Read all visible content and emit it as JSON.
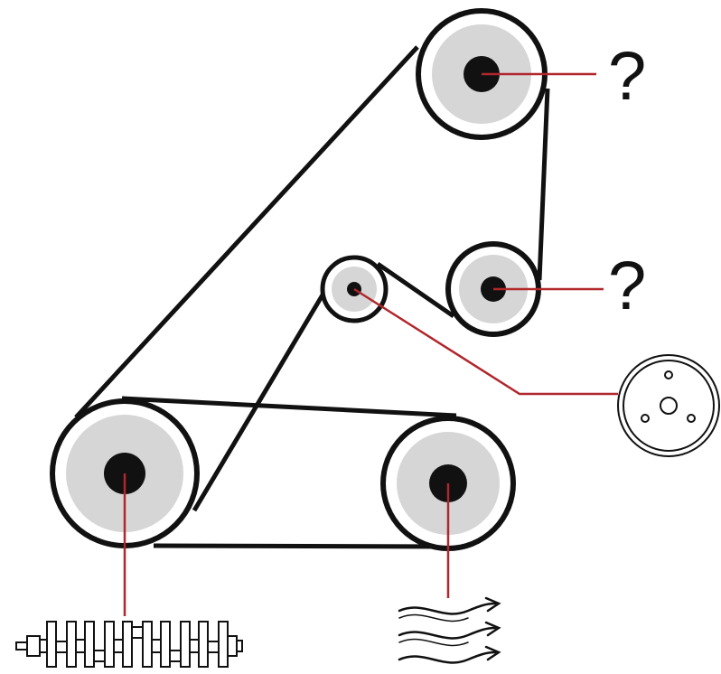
{
  "diagram": {
    "title": "",
    "labels": {
      "top_pulley_unknown": "?",
      "middle_pulley_unknown": "?"
    },
    "components": [
      {
        "id": "crankshaft-pulley",
        "icon": "crankshaft-icon"
      },
      {
        "id": "fan-pulley",
        "icon": "airflow-icon"
      },
      {
        "id": "idler-pulley",
        "icon": "idler-pulley-icon"
      },
      {
        "id": "top-pulley",
        "label": "?"
      },
      {
        "id": "middle-pulley",
        "label": "?"
      }
    ]
  },
  "colors": {
    "belt": "#111111",
    "pulley_face": "#d6d6d6",
    "hub": "#111111",
    "leader_line": "#b0272c",
    "background": "#ffffff"
  }
}
